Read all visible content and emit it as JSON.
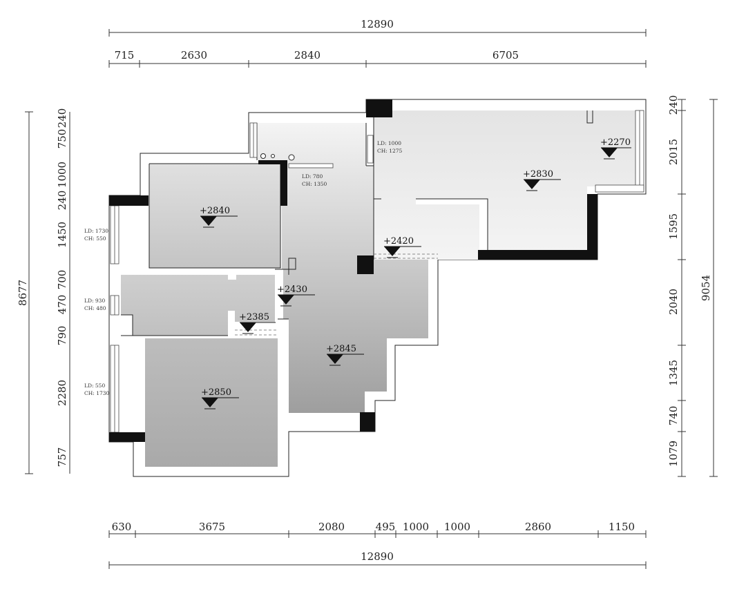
{
  "top_overall": "12890",
  "top_segments": [
    "715",
    "2630",
    "2840",
    "6705"
  ],
  "bottom_overall": "12890",
  "bottom_segments": [
    "630",
    "3675",
    "2080",
    "495",
    "1000",
    "1000",
    "2860",
    "1150"
  ],
  "left_overall": "8677",
  "left_segments": [
    "240",
    "750",
    "1000",
    "240",
    "1450",
    "700",
    "470",
    "790",
    "2280",
    "757"
  ],
  "right_overall": "9054",
  "right_segments": [
    "240",
    "2015",
    "1595",
    "2040",
    "1345",
    "740",
    "1079"
  ],
  "levels": [
    "+2840",
    "+2830",
    "+2270",
    "+2420",
    "+2430",
    "+2385",
    "+2845",
    "+2850"
  ],
  "window_notes": [
    {
      "ld": "LD: 1000",
      "ch": "CH: 1275"
    },
    {
      "ld": "LD: 780",
      "ch": "CH: 1350"
    },
    {
      "ld": "LD: 1730",
      "ch": "CH: 550"
    },
    {
      "ld": "LD: 930",
      "ch": "CH: 480"
    },
    {
      "ld": "LD: 550",
      "ch": "CH: 1730"
    }
  ],
  "colors": {
    "room_light": "#f2f2f2",
    "room_mid": "#d6d6d6",
    "room_dark": "#b4b4b4",
    "wall_fill": "#111111",
    "line": "#333333"
  }
}
